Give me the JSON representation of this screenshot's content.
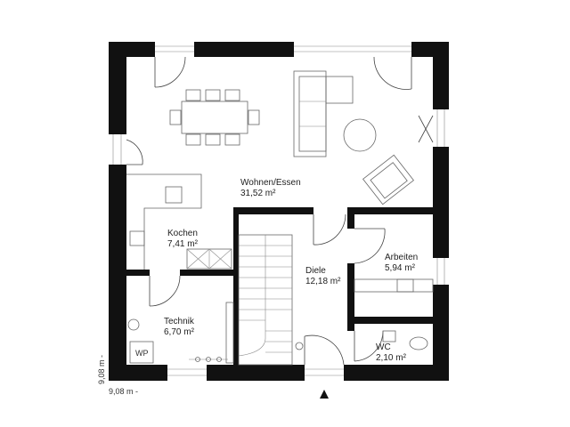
{
  "rooms": [
    {
      "name": "Wohnen/Essen",
      "area": "31,52 m²"
    },
    {
      "name": "Kochen",
      "area": "7,41 m²"
    },
    {
      "name": "Arbeiten",
      "area": "5,94 m²"
    },
    {
      "name": "Diele",
      "area": "12,18 m²"
    },
    {
      "name": "Technik",
      "area": "6,70 m²"
    },
    {
      "name": "WC",
      "area": "2,10 m²"
    }
  ],
  "appliance_label": "WP",
  "dimensions": {
    "vertical": "9,08 m -",
    "horizontal": "9,08 m -"
  },
  "icons": {
    "entrance": "entrance-arrow-icon"
  }
}
